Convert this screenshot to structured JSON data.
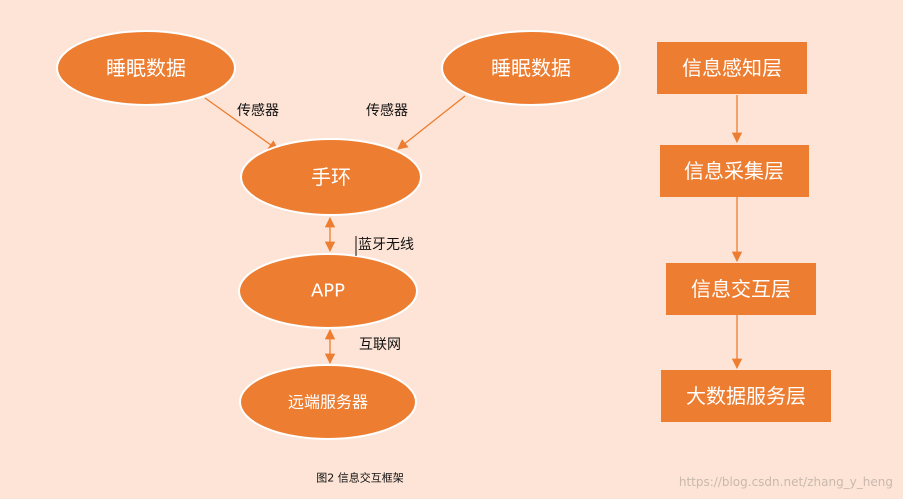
{
  "colors": {
    "background": "#fde4d6",
    "node_fill": "#ed7d31",
    "node_stroke": "#ffffff",
    "edge": "#ed7d31"
  },
  "left_diagram": {
    "sleep_data_left": "睡眠数据",
    "sleep_data_right": "睡眠数据",
    "sensor_left_label": "传感器",
    "sensor_right_label": "传感器",
    "wristband": "手环",
    "bluetooth_label": "蓝牙无线",
    "app": "APP",
    "internet_label": "互联网",
    "remote_server": "远端服务器"
  },
  "layers": [
    "信息感知层",
    "信息采集层",
    "信息交互层",
    "大数据服务层"
  ],
  "caption": "图2 信息交互框架",
  "watermark": "https://blog.csdn.net/zhang_y_heng"
}
